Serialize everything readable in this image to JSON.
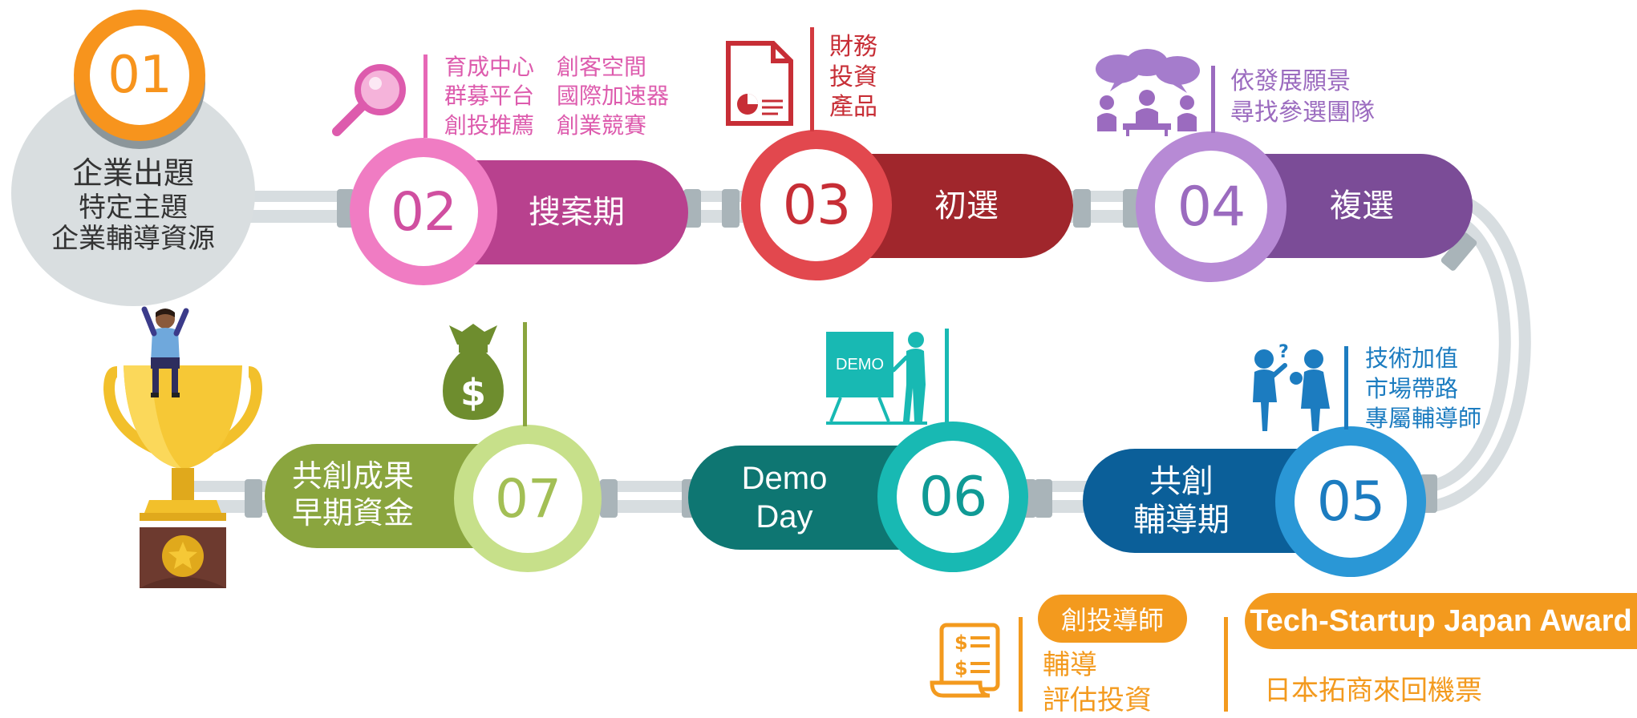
{
  "steps": [
    {
      "number": "01",
      "lines": [
        "企業出題",
        "特定主題",
        "企業輔導資源"
      ],
      "color": "#f7941d"
    },
    {
      "number": "02",
      "label": "搜案期",
      "color": "#b8418e",
      "ring": "#f07cc3"
    },
    {
      "number": "03",
      "label": "初選",
      "color": "#a0262c",
      "ring": "#e2484e"
    },
    {
      "number": "04",
      "label": "複選",
      "color": "#7b4c97",
      "ring": "#b78ad5"
    },
    {
      "number": "05",
      "lines": [
        "共創",
        "輔導期"
      ],
      "color": "#0b5f99",
      "ring": "#2a97d6"
    },
    {
      "number": "06",
      "lines": [
        "Demo",
        "Day"
      ],
      "color": "#0e7672",
      "ring": "#18b9b3"
    },
    {
      "number": "07",
      "lines": [
        "共創成果",
        "早期資金"
      ],
      "color": "#8aa53e",
      "ring": "#c7e08a"
    }
  ],
  "notes": {
    "step02": [
      "育成中心　創客空間",
      "群募平台　國際加速器",
      "創投推薦　創業競賽"
    ],
    "step03": [
      "財務",
      "投資",
      "產品"
    ],
    "step04": [
      "依發展願景",
      "尋找參選團隊"
    ],
    "step05": [
      "技術加值",
      "市場帶路",
      "專屬輔導師"
    ],
    "step06_icon_text": "DEMO"
  },
  "bottom": {
    "badge1": "創投導師",
    "lines1": [
      "輔導",
      "評估投資"
    ],
    "badge2": "Tech-Startup Japan Award",
    "line2": "日本拓商來回機票",
    "accent": "#f39a1e"
  },
  "icons": [
    "magnifier-icon",
    "report-icon",
    "meeting-icon",
    "discussion-icon",
    "presentation-icon",
    "money-bag-icon",
    "trophy-icon",
    "certificate-icon"
  ]
}
